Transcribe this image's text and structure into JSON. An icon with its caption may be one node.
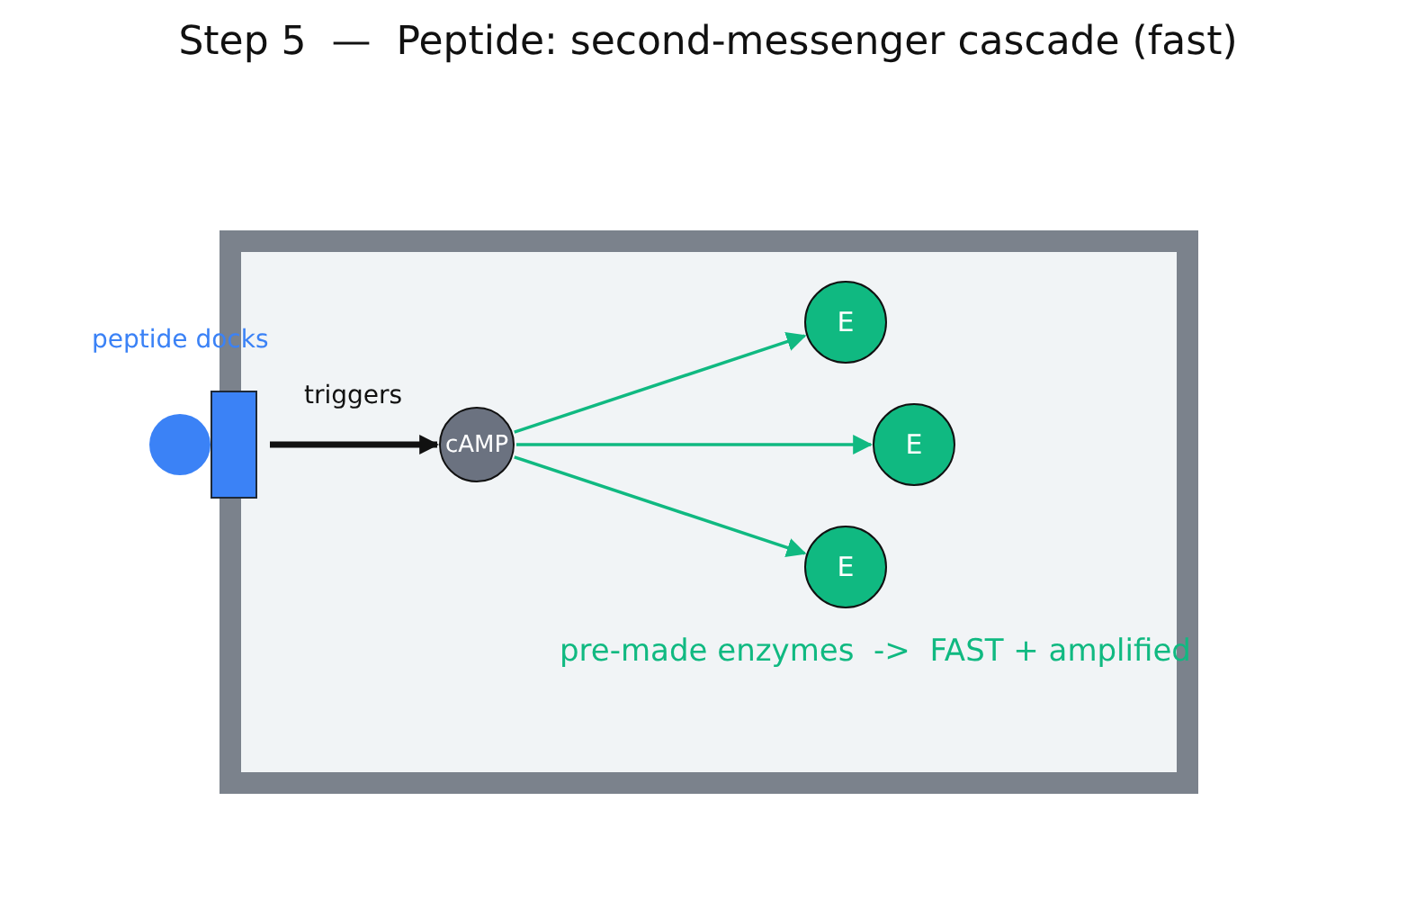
{
  "diagram": {
    "title": "Step 5  —  Peptide: second-messenger cascade (fast)",
    "nodes": [
      {
        "text": [],
        "shape": "box"
      },
      {
        "text": [],
        "shape": "circle",
        "beside": [
          "peptide docks"
        ]
      },
      {
        "text": [],
        "shape": "bar"
      },
      {
        "text": [
          "cAMP"
        ],
        "in": 0
      },
      {
        "text": [
          "E"
        ],
        "in": 0
      },
      {
        "text": [
          "E"
        ],
        "in": 0
      },
      {
        "text": [
          "E"
        ],
        "in": 0
      }
    ],
    "edges": [
      {
        "from": 2,
        "to": 3,
        "arrow": "to",
        "label": "triggers",
        "style": "thick",
        "color": "#111111"
      },
      {
        "from": 3,
        "to": 4,
        "arrow": "to"
      },
      {
        "from": 3,
        "to": 5,
        "arrow": "to"
      },
      {
        "from": 3,
        "to": 6,
        "arrow": "to"
      }
    ],
    "labels": [
      "pre-made enzymes  ->  FAST + amplified"
    ]
  }
}
